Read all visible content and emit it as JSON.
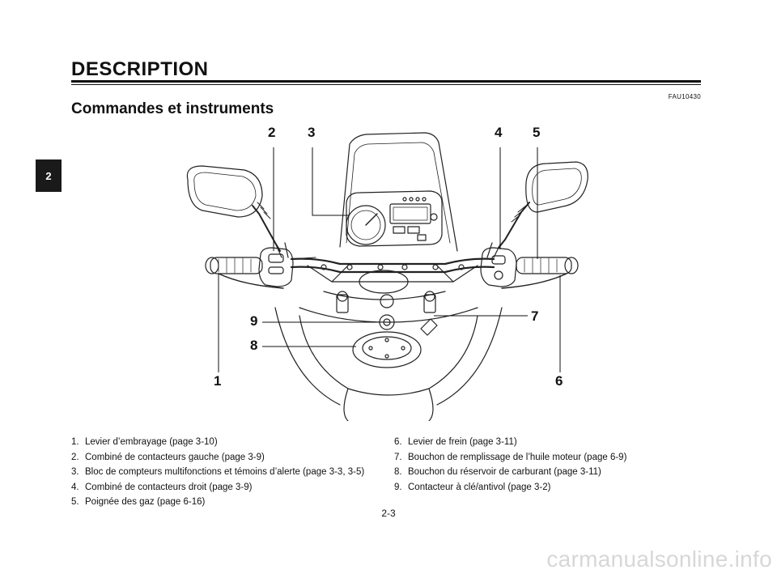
{
  "header": {
    "title": "DESCRIPTION",
    "chapter": "2",
    "ref_code": "FAU10430"
  },
  "section": {
    "subtitle": "Commandes et instruments"
  },
  "figure": {
    "callouts": [
      "1",
      "2",
      "3",
      "4",
      "5",
      "6",
      "7",
      "8",
      "9"
    ]
  },
  "legend": {
    "left": [
      {
        "num": "1.",
        "text": "Levier d’embrayage (page 3-10)"
      },
      {
        "num": "2.",
        "text": "Combiné de contacteurs gauche (page 3-9)"
      },
      {
        "num": "3.",
        "text": "Bloc de compteurs multifonctions et témoins d’alerte (page 3-3, 3-5)"
      },
      {
        "num": "4.",
        "text": "Combiné de contacteurs droit (page 3-9)"
      },
      {
        "num": "5.",
        "text": "Poignée des gaz (page 6-16)"
      }
    ],
    "right": [
      {
        "num": "6.",
        "text": "Levier de frein (page 3-11)"
      },
      {
        "num": "7.",
        "text": "Bouchon de remplissage de l’huile moteur (page 6-9)"
      },
      {
        "num": "8.",
        "text": "Bouchon du réservoir de carburant (page 3-11)"
      },
      {
        "num": "9.",
        "text": "Contacteur à clé/antivol (page 3-2)"
      }
    ]
  },
  "footer": {
    "page_number": "2-3",
    "watermark": "carmanualsonline.info"
  }
}
